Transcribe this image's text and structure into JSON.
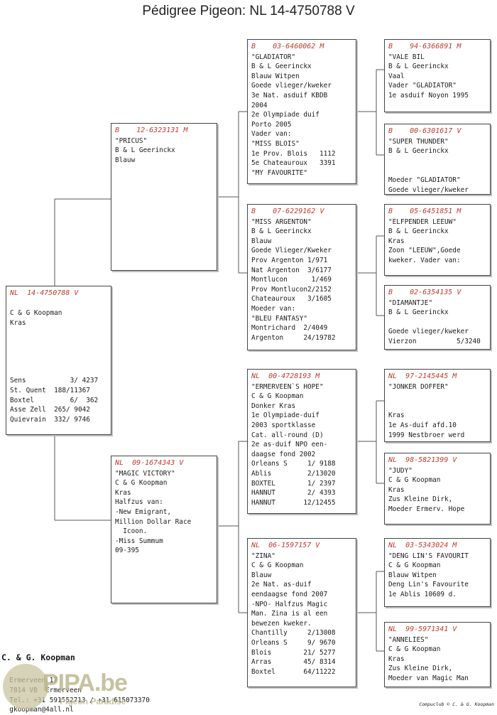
{
  "title": "Pédigree Pigeon: NL  14-4750788 V",
  "cards": {
    "subject": {
      "header": "NL  14-4750788 V",
      "lines": [
        "",
        "C & G Koopman",
        "Kras",
        "",
        "",
        "",
        "",
        "",
        "Sens           3/ 4237",
        "St. Quent  188/11367",
        "Boxtel         6/  362",
        "Asse Zell  265/ 9042",
        "Quievrain  332/ 9746"
      ]
    },
    "sire": {
      "header": "B    12-6323131 M",
      "lines": [
        "\"PRICUS\"",
        "B & L Geerinckx",
        "Blauw"
      ]
    },
    "dam": {
      "header": "NL  09-1674343 V",
      "lines": [
        "\"MAGIC VICTORY\"",
        "C & G Koopman",
        "Kras",
        "Halfzus van:",
        "-New Emigrant,",
        "Million Dollar Race",
        "  Icoon.",
        "-Miss Summum",
        "09-395"
      ]
    },
    "ss": {
      "header": "B    03-6460062 M",
      "lines": [
        "\"GLADIATOR\"",
        "B & L Geerinckx",
        "Blauw Witpen",
        "Goede vlieger/kweker",
        "3e Nat. asduif KBDB",
        "2004",
        "2e Olympiade duif",
        "Porto 2005",
        "Vader van:",
        "\"MISS BLOIS\"",
        "1e Prov. Blois   1112",
        "5e Chateauroux   3391",
        "\"MY FAVOURITE\""
      ]
    },
    "sd": {
      "header": "B    07-6229162 V",
      "lines": [
        "\"MISS ARGENTON\"",
        "B & L Geerinckx",
        "Blauw",
        "Goede Vlieger/Kweker",
        "Prov Argenton 1/971",
        "Nat Argenton  3/6177",
        "Montlucon      1/469",
        "Prov Montlucon2/2152",
        "Chateauroux   3/1605",
        "Moeder van:",
        "\"BLEU FANTASY\"",
        "Montrichard  2/4049",
        "Argenton     24/19782"
      ]
    },
    "ds": {
      "header": "NL  00-4728193 M",
      "lines": [
        "\"ERMERVEEN`S HOPE\"",
        "C & G Koopman",
        "Donker Kras",
        "1e Olympiade-duif",
        "2003 sportklasse",
        "Cat. all-round (D)",
        "2e as-duif NPO een-",
        "daagse fond 2002",
        "Orleans S     1/ 9188",
        "Ablis         2/13020",
        "BOXTEL        1/ 2397",
        "HANNUT        2/ 4393",
        "HANNUT       12/12455"
      ]
    },
    "dd": {
      "header": "NL  06-1597157 V",
      "lines": [
        "\"ZINA\"",
        "C & G Koopman",
        "Blauw",
        "2e Nat. as-duif",
        "eendaagse fond 2007",
        "-NPO- Halfzus Magic",
        "Man. Zina is al een",
        "bewezen kweker.",
        "Chantilly     2/13008",
        "Orleans S     9/ 9670",
        "Blois        21/ 5277",
        "Arras        45/ 8314",
        "Boxtel       64/11222"
      ]
    },
    "sss": {
      "header": "B    94-6366891 M",
      "lines": [
        "\"VALE BIL",
        "B & L Geerinckx",
        "Vaal",
        "Vader \"GLADIATOR\"",
        "1e asduif Noyon 1995"
      ]
    },
    "ssd": {
      "header": "B    00-6301617 V",
      "lines": [
        "\"SUPER THUNDER\"",
        "B & L Geerinckx",
        "",
        "",
        "Moeder \"GLADIATOR\"",
        "Goede vlieger/kweker"
      ]
    },
    "sds": {
      "header": "B    05-6451851 M",
      "lines": [
        "\"ELFPENDER LEEUW\"",
        "B & L Geerinckx",
        "Kras",
        "Zoon \"LEEUW\",Goede",
        "kweker. Vader van:"
      ]
    },
    "sdd": {
      "header": "B    02-6354135 V",
      "lines": [
        "\"DIAMANTJE\"",
        "B & L Geerinckx",
        "",
        "Goede vlieger/kweker",
        "Vierzon          5/3240"
      ]
    },
    "dss": {
      "header": "NL  97-2145445 M",
      "lines": [
        "\"JONKER DOFFER\"",
        "",
        "",
        "Kras",
        "1e As-duif afd.10",
        "1999 Nestbroer werd"
      ]
    },
    "dsd": {
      "header": "NL  98-5821399 V",
      "lines": [
        "\"JUDY\"",
        "C & G Koopman",
        "Kras",
        "Zus Kleine Dirk,",
        "Moeder Ermerv. Hope"
      ]
    },
    "dds": {
      "header": "NL  03-5343024 M",
      "lines": [
        "\"DENG LIN'S FAVOURIT",
        "C & G Koopman",
        "Blauw Witpen",
        "Deng Lin's Favourite",
        "1e Ablis 10609 d."
      ]
    },
    "ddd": {
      "header": "NL  99-5971341 V",
      "lines": [
        "\"ANNELIES\"",
        "C & G Koopman",
        "Kras",
        "Zus Kleine Dirk,",
        "Moeder van Magic Man"
      ]
    }
  },
  "breeder": {
    "name": "C. & G. Koopman",
    "lines": [
      "Ermerveen 17",
      "7814 VB  Ermerveen",
      "Tel.: +31 591552713 / +31 615073370",
      "gkoopman@4all.nl"
    ]
  },
  "watermark": {
    "brand": "PIPA.be",
    "sub": "Pigeon Paradise"
  },
  "footer": "Compuclub © C. & G. Koopman"
}
